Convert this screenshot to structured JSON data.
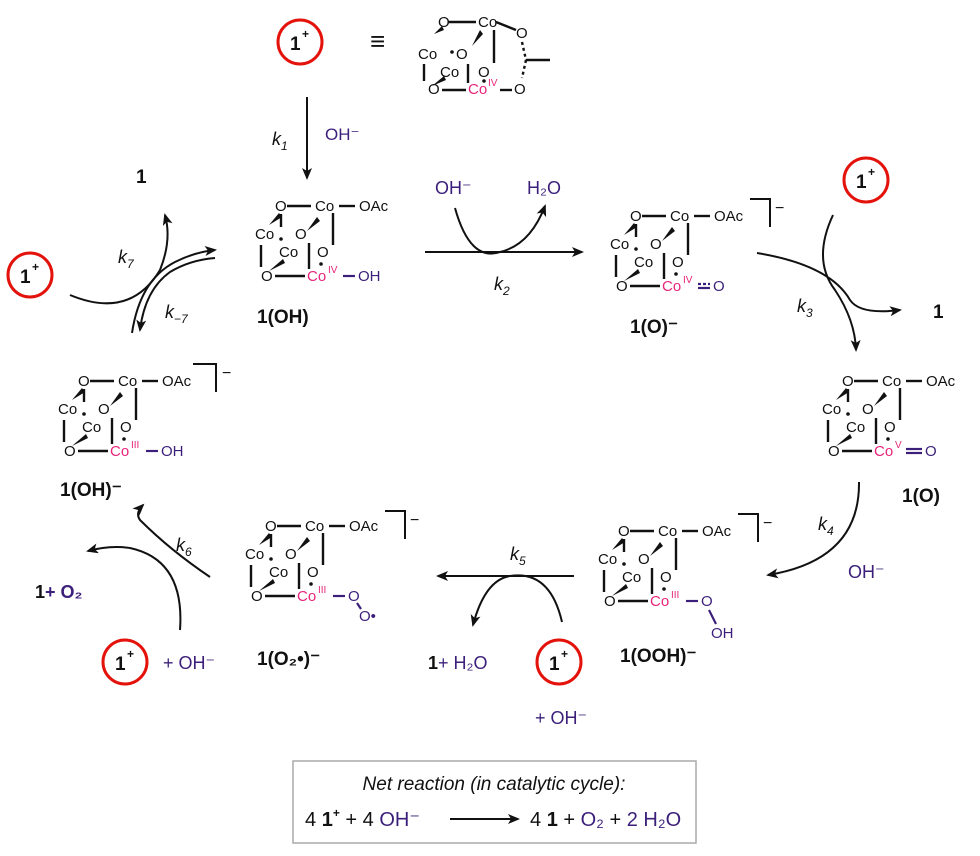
{
  "colors": {
    "cobalt_highlight": "#e8247a",
    "reagent": "#3b1f7a",
    "ring": "#e3120b",
    "text": "#111111",
    "box_border": "#aaaaaa"
  },
  "top": {
    "catalyst_label": "1",
    "catalyst_charge": "+",
    "equiv_symbol": "≡",
    "co_label": "Co",
    "co_ox": "IV"
  },
  "cube": {
    "o": "O",
    "co": "Co",
    "oac": "OAc",
    "oh": "OH"
  },
  "steps": {
    "k1": {
      "k": "k",
      "sub": "1",
      "reagent": "OH⁻"
    },
    "k2": {
      "k": "k",
      "sub": "2",
      "reagent_in": "OH⁻",
      "product_out": "H₂O"
    },
    "k3": {
      "k": "k",
      "sub": "3",
      "reagent": "1",
      "reagent_charge": "+",
      "product": "1"
    },
    "k4": {
      "k": "k",
      "sub": "4",
      "reagent": "OH⁻"
    },
    "k5": {
      "k": "k",
      "sub": "5",
      "product_1": "1",
      "product_2": "+ H₂O",
      "reagent": "1",
      "reagent_charge": "+",
      "reagent_2": "+ OH⁻"
    },
    "k6": {
      "k": "k",
      "sub": "6",
      "product_1": "1",
      "product_2": "+ O₂",
      "reagent": "1",
      "reagent_charge": "+",
      "reagent_2": "+ OH⁻"
    },
    "k7": {
      "k": "k",
      "sub": "7",
      "k_rev_sub": "−7",
      "reagent": "1",
      "reagent_charge": "+",
      "product": "1"
    }
  },
  "species": {
    "s1": {
      "label": "1(OH)",
      "co_ox": "IV",
      "ligand": "OH",
      "charge": ""
    },
    "s2": {
      "label": "1(O)⁻",
      "co_ox": "IV",
      "ligand": "O",
      "charge": "−"
    },
    "s3": {
      "label": "1(O)",
      "co_ox": "V",
      "ligand": "O",
      "charge": ""
    },
    "s4": {
      "label": "1(OOH)⁻",
      "co_ox": "III",
      "ligand": "O",
      "ligand2": "OH",
      "charge": "−"
    },
    "s5": {
      "label": "1(O₂•)⁻",
      "co_ox": "III",
      "ligand": "O",
      "ligand2": "O•",
      "charge": "−"
    },
    "s6": {
      "label": "1(OH)⁻",
      "co_ox": "III",
      "ligand": "OH",
      "charge": "−"
    }
  },
  "net_reaction": {
    "title": "Net reaction (in catalytic cycle):",
    "lhs_a": "4 ",
    "lhs_b": "1",
    "lhs_charge": "+",
    "lhs_c": " + 4 ",
    "lhs_oh": "OH⁻",
    "rhs_a": "4 ",
    "rhs_b": "1",
    "rhs_c": " + ",
    "rhs_o2": "O₂",
    "rhs_d": " + ",
    "rhs_h2o": "2 H₂O"
  }
}
